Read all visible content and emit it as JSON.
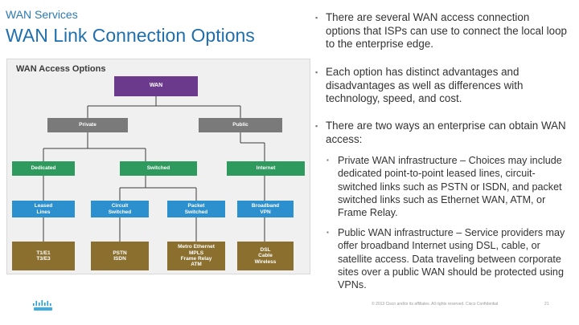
{
  "header": {
    "section": "WAN Services",
    "title": "WAN Link Connection Options"
  },
  "diagram": {
    "title": "WAN Access Options",
    "root": "WAN",
    "level1": [
      "Private",
      "Public"
    ],
    "level2": [
      "Dedicated",
      "Switched",
      "Internet"
    ],
    "level3": [
      "Leased\nLines",
      "Circuit\nSwitched",
      "Packet\nSwitched",
      "Broadband\nVPN"
    ],
    "level4": [
      "T1/E1\nT3/E3",
      "PSTN\nISDN",
      "Metro Ethernet\nMPLS\nFrame Relay\nATM",
      "DSL\nCable\nWireless"
    ],
    "colors": {
      "root": "#6b3a8c",
      "level1": "#7a7a7a",
      "level2": "#2f9a5e",
      "level3": "#2c8fce",
      "level4": "#8a6f2e"
    }
  },
  "bullets": [
    "There are several WAN access connection options that ISPs can use to connect the local loop to the enterprise edge.",
    "Each option has distinct advantages and disadvantages as well as differences with technology, speed, and cost.",
    "There are two ways an enterprise can obtain WAN access:"
  ],
  "sub_bullets": [
    "Private WAN infrastructure – Choices may include dedicated point-to-point leased lines, circuit-switched links such as PSTN or ISDN, and packet switched links such as Ethernet WAN, ATM, or Frame Relay.",
    "Public WAN infrastructure – Service providers may offer broadband Internet using DSL, cable, or satellite access.  Data traveling between corporate sites over a public WAN should be protected using VPNs."
  ],
  "footer": {
    "copyright": "© 2013 Cisco and/or its affiliates. All rights reserved.    Cisco Confidential",
    "page": "21"
  },
  "logo": {
    "name": "cisco-logo",
    "color": "#1ba0d7"
  }
}
